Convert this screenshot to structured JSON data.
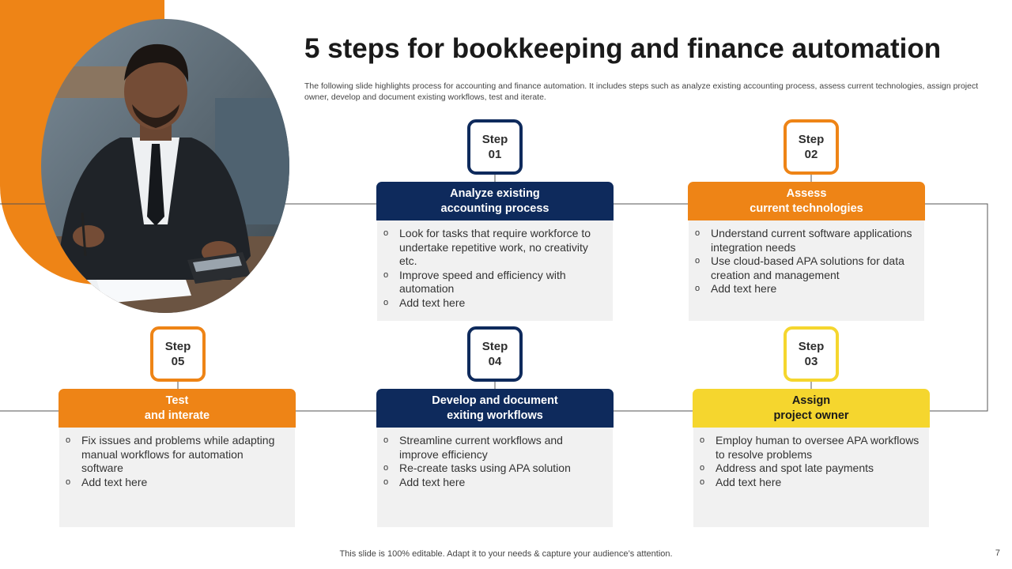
{
  "slide": {
    "title": "5 steps for bookkeeping and finance automation",
    "subtitle": "The following slide highlights process for accounting and finance automation. It includes steps such as analyze existing accounting process, assess current technologies, assign project owner, develop and document existing workflows, test and iterate.",
    "footer": "This slide is 100% editable. Adapt it to your needs & capture your audience’s attention.",
    "page_number": "7",
    "photo_description_icon": "businessman-calculator-photo"
  },
  "steps": [
    {
      "step_word": "Step",
      "number": "01",
      "title_line1": "Analyze existing",
      "title_line2": "accounting process",
      "color": "#0E2A5C",
      "bullets": [
        "Look for tasks that require workforce to undertake repetitive work, no creativity etc.",
        "Improve speed and efficiency with automation",
        "Add text here"
      ]
    },
    {
      "step_word": "Step",
      "number": "02",
      "title_line1": "Assess",
      "title_line2": "current technologies",
      "color": "#EE8416",
      "bullets": [
        "Understand current software applications integration needs",
        "Use cloud-based APA solutions for data creation and management",
        "Add text here"
      ]
    },
    {
      "step_word": "Step",
      "number": "03",
      "title_line1": "Assign",
      "title_line2": "project owner",
      "color": "#F5D62E",
      "bullets": [
        "Employ human to oversee APA workflows to resolve problems",
        "Address and spot late payments",
        "Add text here"
      ]
    },
    {
      "step_word": "Step",
      "number": "04",
      "title_line1": "Develop and document",
      "title_line2": "exiting workflows",
      "color": "#0E2A5C",
      "bullets": [
        "Streamline current workflows and improve efficiency",
        "Re-create tasks using APA solution",
        "Add text here"
      ]
    },
    {
      "step_word": "Step",
      "number": "05",
      "title_line1": "Test",
      "title_line2": "and interate",
      "color": "#EE8416",
      "bullets": [
        "Fix issues and problems while adapting manual workflows for automation software",
        "Add text here"
      ]
    }
  ]
}
